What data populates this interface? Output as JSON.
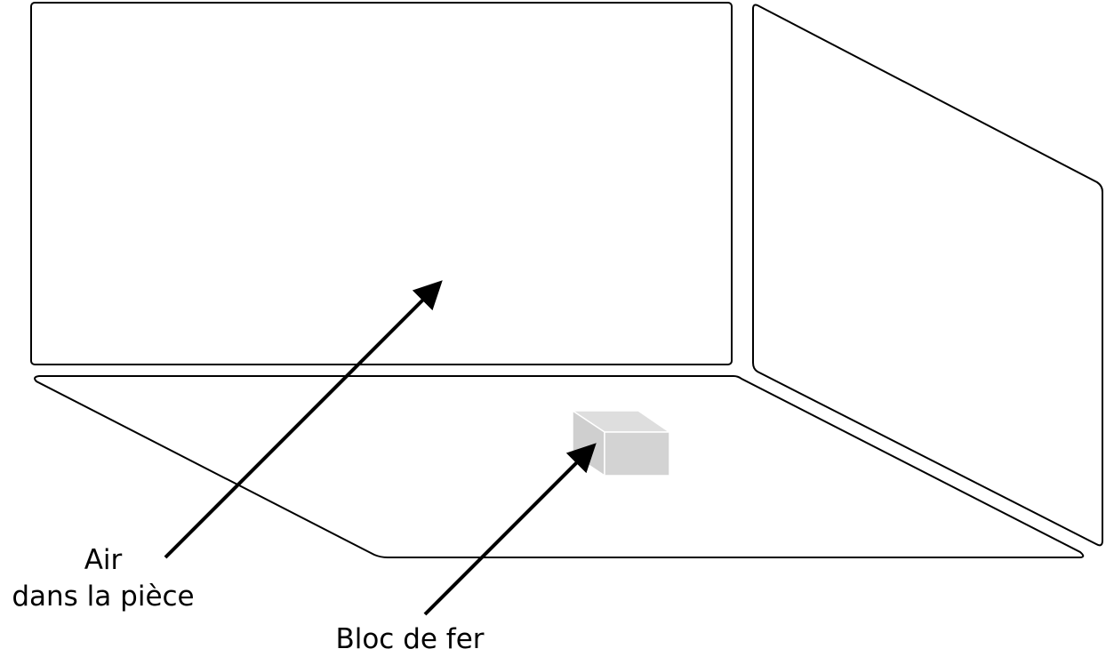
{
  "labels": {
    "air_line1": "Air",
    "air_line2": "dans la pièce",
    "iron_block": "Bloc de fer"
  },
  "colors": {
    "outline": "#000000",
    "block_face_front": "#d3d3d3",
    "block_face_side": "#cfcfcf",
    "block_face_top": "#dedede",
    "background": "#ffffff"
  }
}
